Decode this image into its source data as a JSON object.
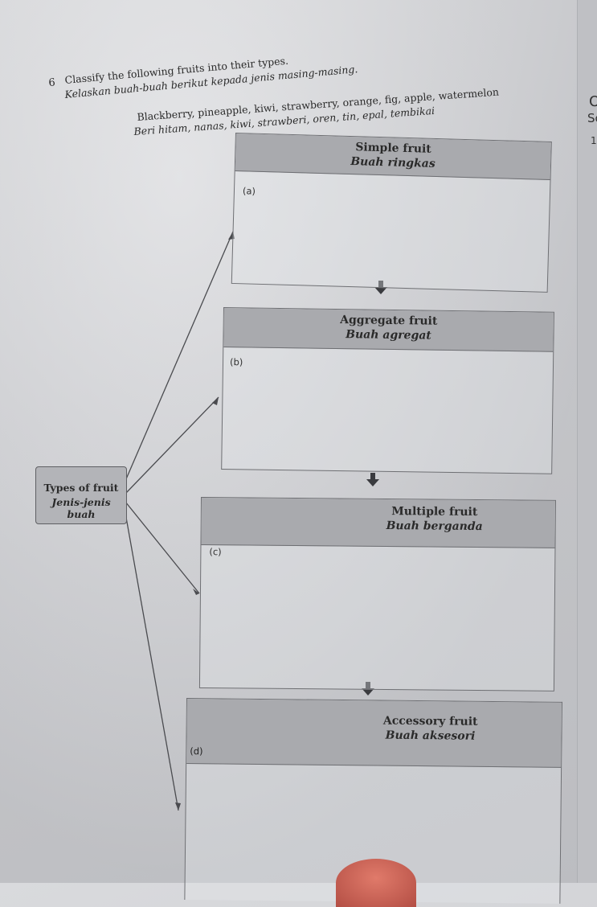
{
  "question": {
    "number": "6",
    "english": "Classify the following fruits into their types.",
    "malay": "Kelaskan buah-buah berikut kepada jenis masing-masing."
  },
  "fruits": {
    "english": "Blackberry, pineapple, kiwi, strawberry, orange, fig, apple, watermelon",
    "malay": "Beri hitam, nanas, kiwi, strawberi, oren, tin, epal, tembikai"
  },
  "root": {
    "english": "Types of fruit",
    "malay": "Jenis-jenis buah"
  },
  "boxes": [
    {
      "english": "Simple fruit",
      "malay": "Buah ringkas",
      "label": "(a)"
    },
    {
      "english": "Aggregate fruit",
      "malay": "Buah agregat",
      "label": "(b)"
    },
    {
      "english": "Multiple fruit",
      "malay": "Buah berganda",
      "label": "(c)"
    },
    {
      "english": "Accessory fruit",
      "malay": "Buah aksesori",
      "label": "(d)"
    }
  ],
  "margin": {
    "a": "O",
    "b": "Sc",
    "c": "1"
  },
  "icons": {
    "down_arrow": "down-arrow-icon",
    "connector_arrow": "arrow-icon"
  }
}
